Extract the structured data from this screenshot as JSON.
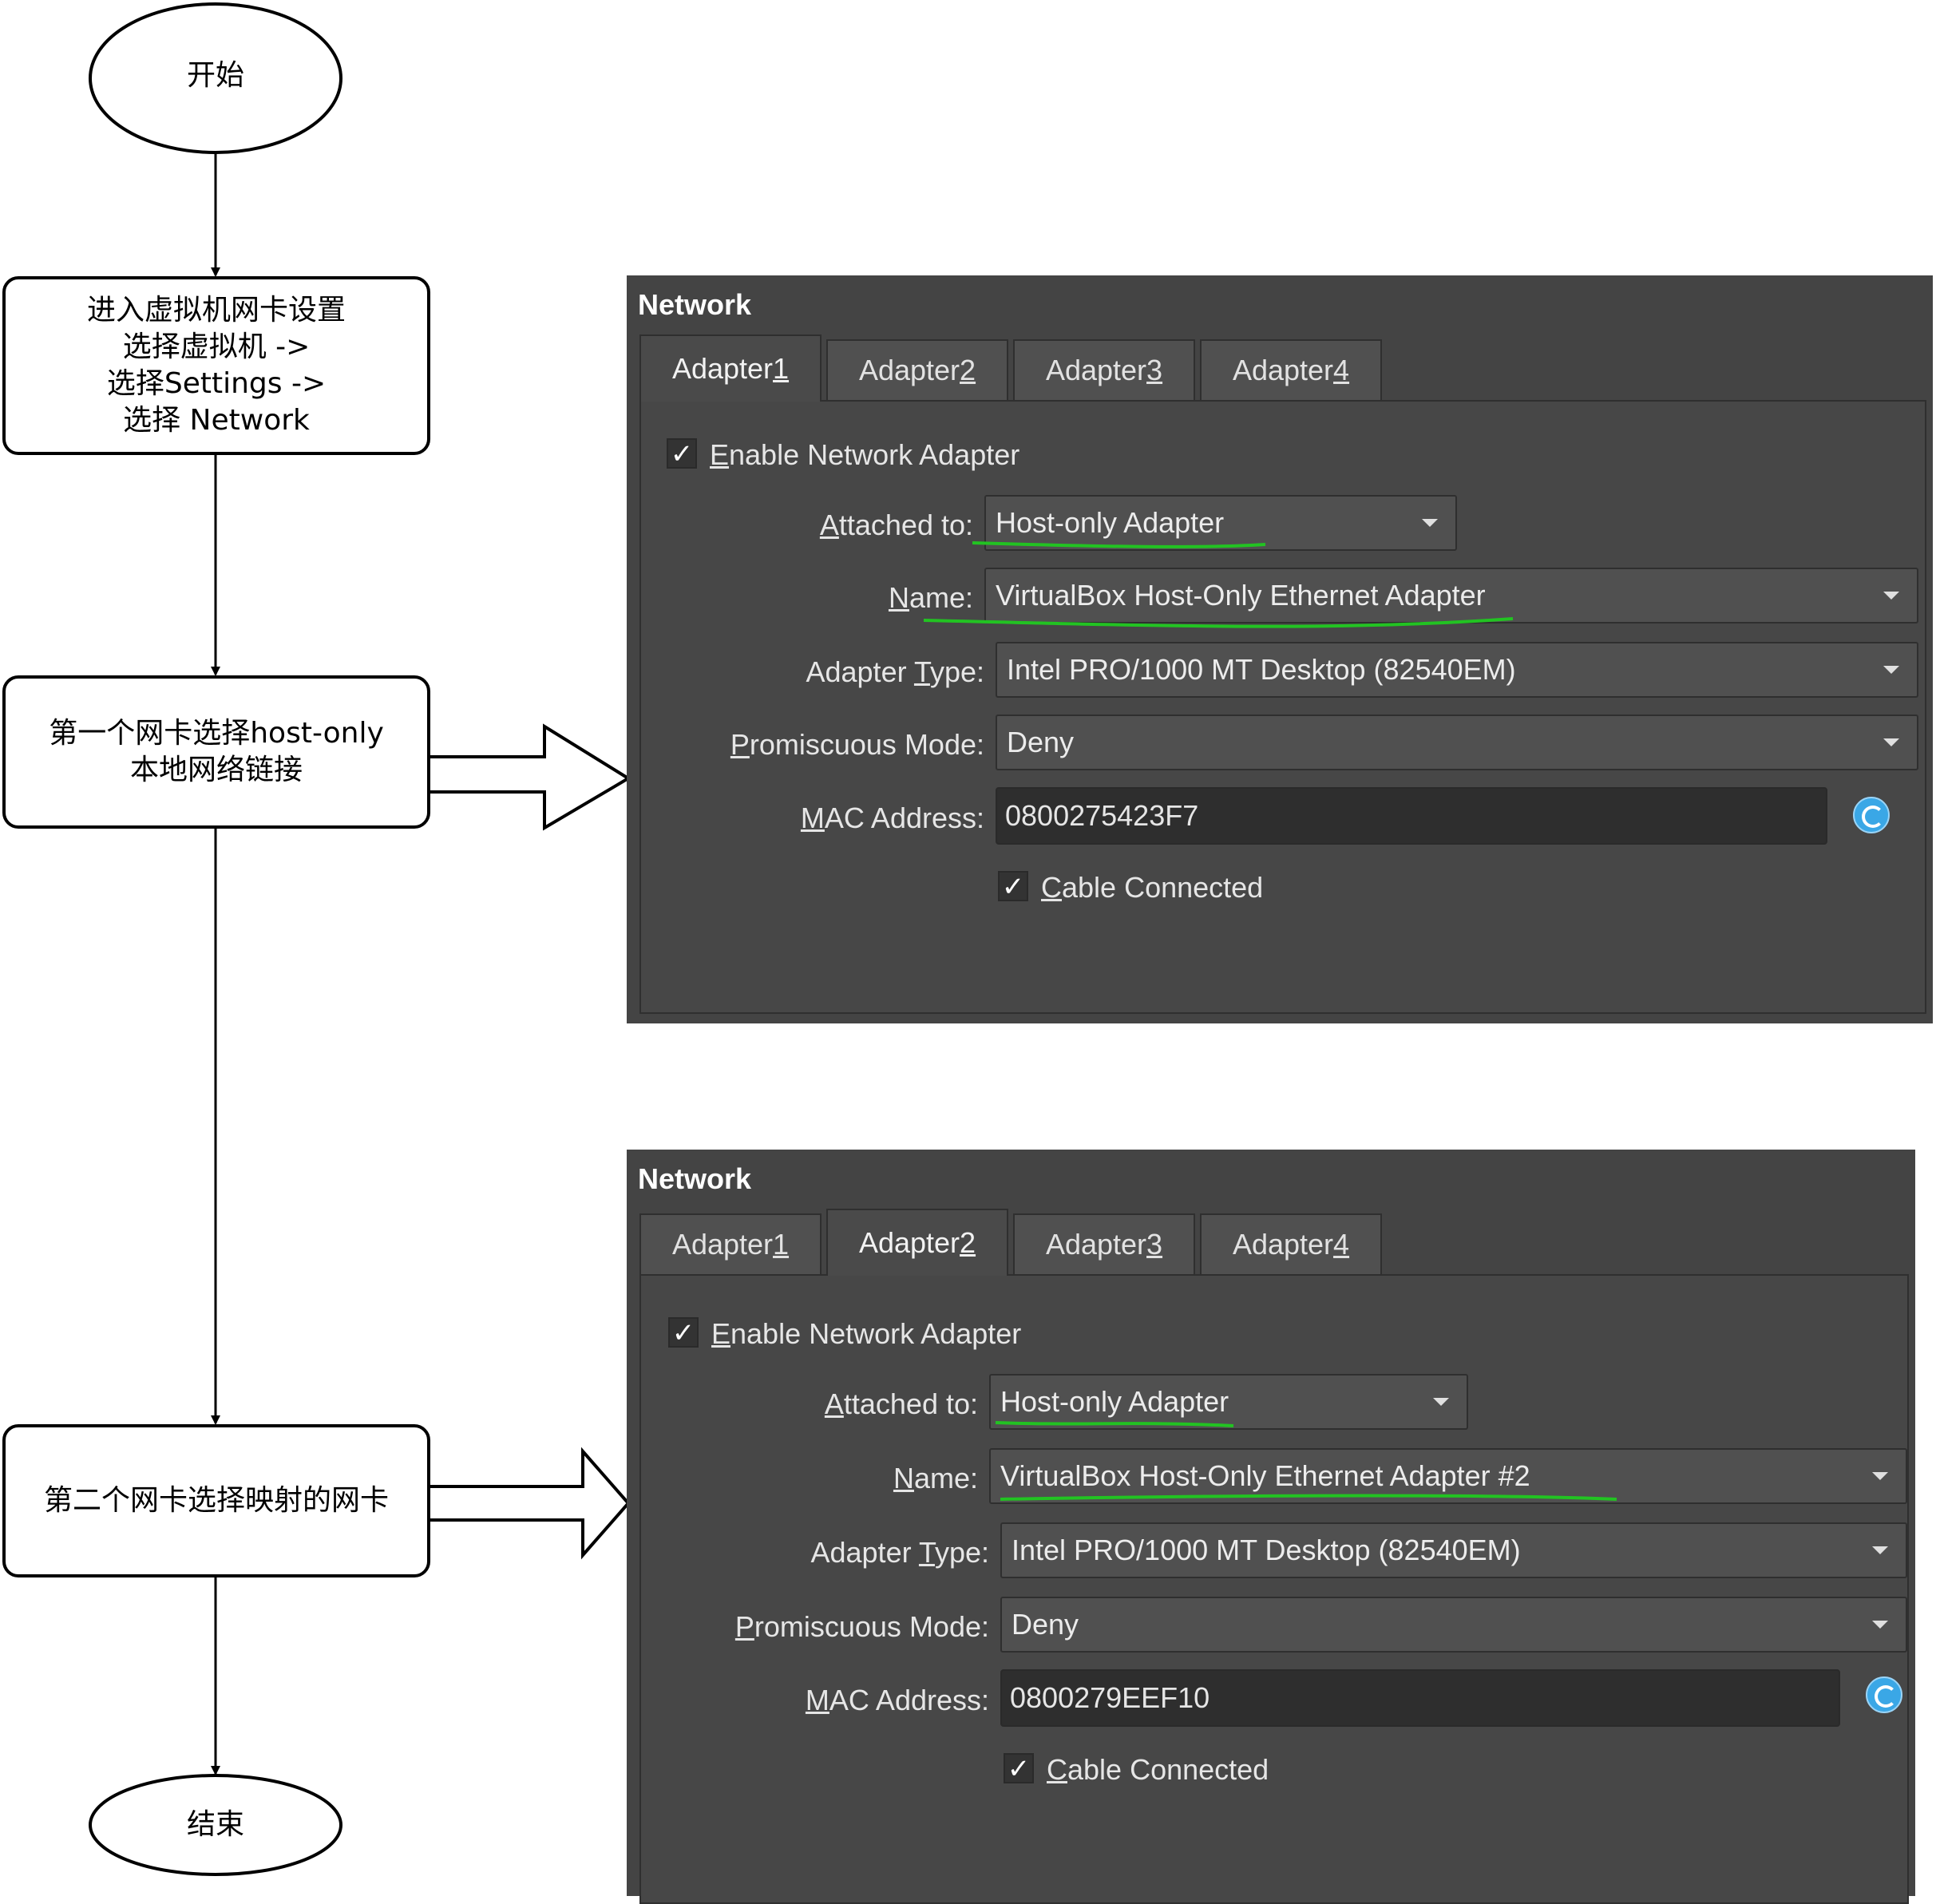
{
  "flowchart": {
    "start": "开始",
    "step1": [
      "进入虚拟机网卡设置",
      "选择虚拟机 ->",
      "选择Settings ->",
      "选择 Network"
    ],
    "step2": [
      "第一个网卡选择host-only",
      "本地网络链接"
    ],
    "step3": "第二个网卡选择映射的网卡",
    "end": "结束"
  },
  "panels": [
    {
      "title": "Network",
      "tabs": [
        {
          "pre": "Adapter ",
          "key": "1"
        },
        {
          "pre": "Adapter ",
          "key": "2"
        },
        {
          "pre": "Adapter ",
          "key": "3"
        },
        {
          "pre": "Adapter ",
          "key": "4"
        }
      ],
      "active_tab": 0,
      "enable": {
        "key": "E",
        "rest": "nable Network Adapter",
        "checked": true
      },
      "attached": {
        "key": "A",
        "rest": "ttached to:",
        "value": "Host-only Adapter"
      },
      "name": {
        "key": "N",
        "rest": "ame:",
        "value": "VirtualBox Host-Only Ethernet Adapter"
      },
      "adapter_type": {
        "pre": "Adapter ",
        "key": "T",
        "rest": "ype:",
        "value": "Intel PRO/1000 MT Desktop (82540EM)"
      },
      "promiscuous": {
        "key": "P",
        "rest": "romiscuous Mode:",
        "value": "Deny"
      },
      "mac": {
        "key": "M",
        "rest": "AC Address:",
        "value": "0800275423F7"
      },
      "cable": {
        "key": "C",
        "rest": "able Connected",
        "checked": true
      }
    },
    {
      "title": "Network",
      "tabs": [
        {
          "pre": "Adapter ",
          "key": "1"
        },
        {
          "pre": "Adapter ",
          "key": "2"
        },
        {
          "pre": "Adapter ",
          "key": "3"
        },
        {
          "pre": "Adapter ",
          "key": "4"
        }
      ],
      "active_tab": 1,
      "enable": {
        "key": "E",
        "rest": "nable Network Adapter",
        "checked": true
      },
      "attached": {
        "key": "A",
        "rest": "ttached to:",
        "value": "Host-only Adapter"
      },
      "name": {
        "key": "N",
        "rest": "ame:",
        "value": "VirtualBox Host-Only Ethernet Adapter #2"
      },
      "adapter_type": {
        "pre": "Adapter ",
        "key": "T",
        "rest": "ype:",
        "value": "Intel PRO/1000 MT Desktop (82540EM)"
      },
      "promiscuous": {
        "key": "P",
        "rest": "romiscuous Mode:",
        "value": "Deny"
      },
      "mac": {
        "key": "M",
        "rest": "AC Address:",
        "value": "0800279EEF10"
      },
      "cable": {
        "key": "C",
        "rest": "able Connected",
        "checked": true
      }
    }
  ],
  "colors": {
    "panel_bg": "#444444",
    "highlight": "#22c322",
    "refresh": "#3aa7e6"
  }
}
